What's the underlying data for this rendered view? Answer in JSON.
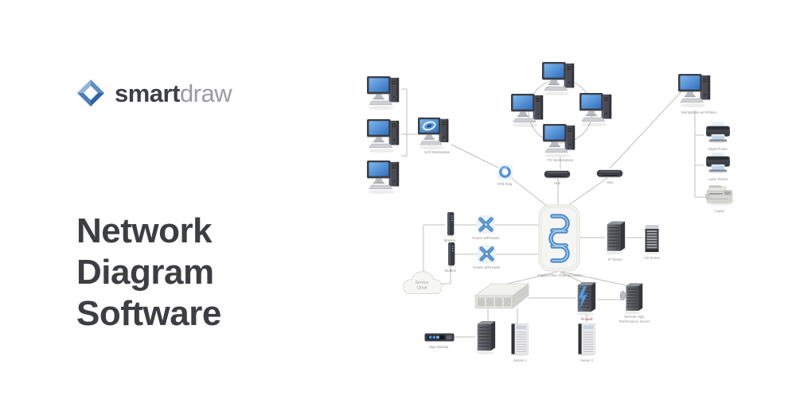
{
  "brand": {
    "logo_bold": "smart",
    "logo_light": "draw"
  },
  "hero": {
    "title": "Network\nDiagram\nSoftware"
  },
  "colors": {
    "accent_blue": "#4a90d9",
    "heading_text": "#3d3e42",
    "logo_gray": "#9b9ba0",
    "label_gray": "#8f8f8b",
    "firewall_label_red": "#b34b4b"
  },
  "diagram": {
    "labels": {
      "acd_workstation": "ACD Workstation",
      "pc_workstations": "PC Workstations",
      "hub": "Hub",
      "atm_ring": "ATM Ring",
      "workstation_printers": "Workstation w/ Printers",
      "inkjet_printer": "Inkjet Printer",
      "laser_printer": "Laser Printer",
      "copier": "Copier",
      "central_switch": "Gigabit Fiber Channel Switch",
      "modem": "Modem",
      "router": "Router w/Firewall",
      "cloud_line1": "Service",
      "cloud_line2": "Cloud",
      "ip_server": "IP Server",
      "cd_server": "CD Server",
      "tape_backup": "Tape Backup",
      "server1": "Server 1",
      "server2": "Server 2",
      "firewall": "Firewall",
      "remote_line1": "Remote High",
      "remote_line2": "Performance Server"
    }
  }
}
